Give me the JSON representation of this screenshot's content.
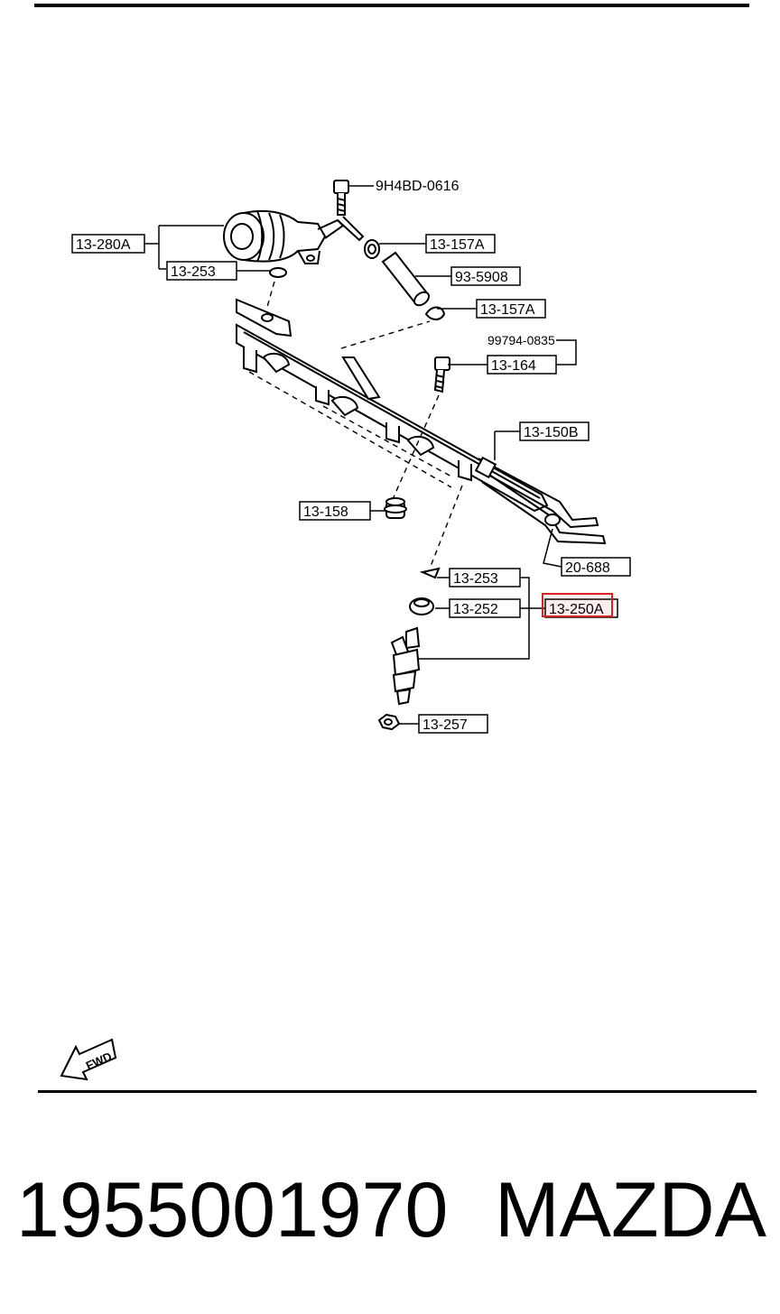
{
  "diagram": {
    "labels": {
      "p_280A": "13-280A",
      "p_253_top": "13-253",
      "p_bolt": "9H4BD-0616",
      "p_157A_1": "13-157A",
      "p_5908": "93-5908",
      "p_157A_2": "13-157A",
      "p_0835": "99794-0835",
      "p_164": "13-164",
      "p_150B": "13-150B",
      "p_158": "13-158",
      "p_688": "20-688",
      "p_253_bottom": "13-253",
      "p_252": "13-252",
      "p_250A": "13-250A",
      "p_257": "13-257"
    },
    "highlight_color": "#d22222",
    "fwd_label": "FWD"
  },
  "footer": {
    "part_number": "1955001970",
    "brand": "MAZDA"
  }
}
